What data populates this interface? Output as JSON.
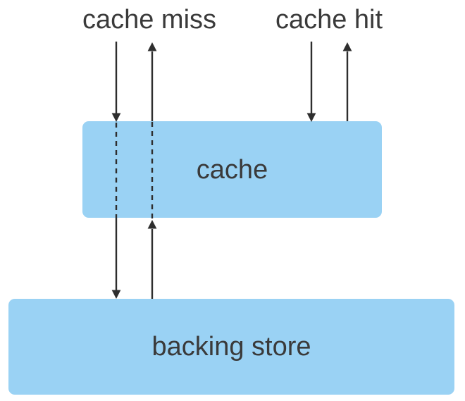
{
  "labels": {
    "cache_miss": "cache miss",
    "cache_hit": "cache hit"
  },
  "boxes": {
    "cache": {
      "label": "cache"
    },
    "backing_store": {
      "label": "backing store"
    }
  },
  "arrows": [
    {
      "id": "cache-miss-down",
      "direction": "down",
      "from": "cache miss label",
      "to": "backing store",
      "dashed_through_cache": true
    },
    {
      "id": "cache-miss-up",
      "direction": "up",
      "from": "backing store",
      "to": "cache miss label",
      "dashed_through_cache": true
    },
    {
      "id": "cache-hit-down",
      "direction": "down",
      "from": "cache hit label",
      "to": "cache",
      "dashed_through_cache": false
    },
    {
      "id": "cache-hit-up",
      "direction": "up",
      "from": "cache",
      "to": "cache hit label",
      "dashed_through_cache": false
    }
  ],
  "colors": {
    "box_fill": "#9ad2f4",
    "arrow": "#2e2e2e",
    "label_text": "#3a3a3a",
    "background": "#ffffff"
  }
}
